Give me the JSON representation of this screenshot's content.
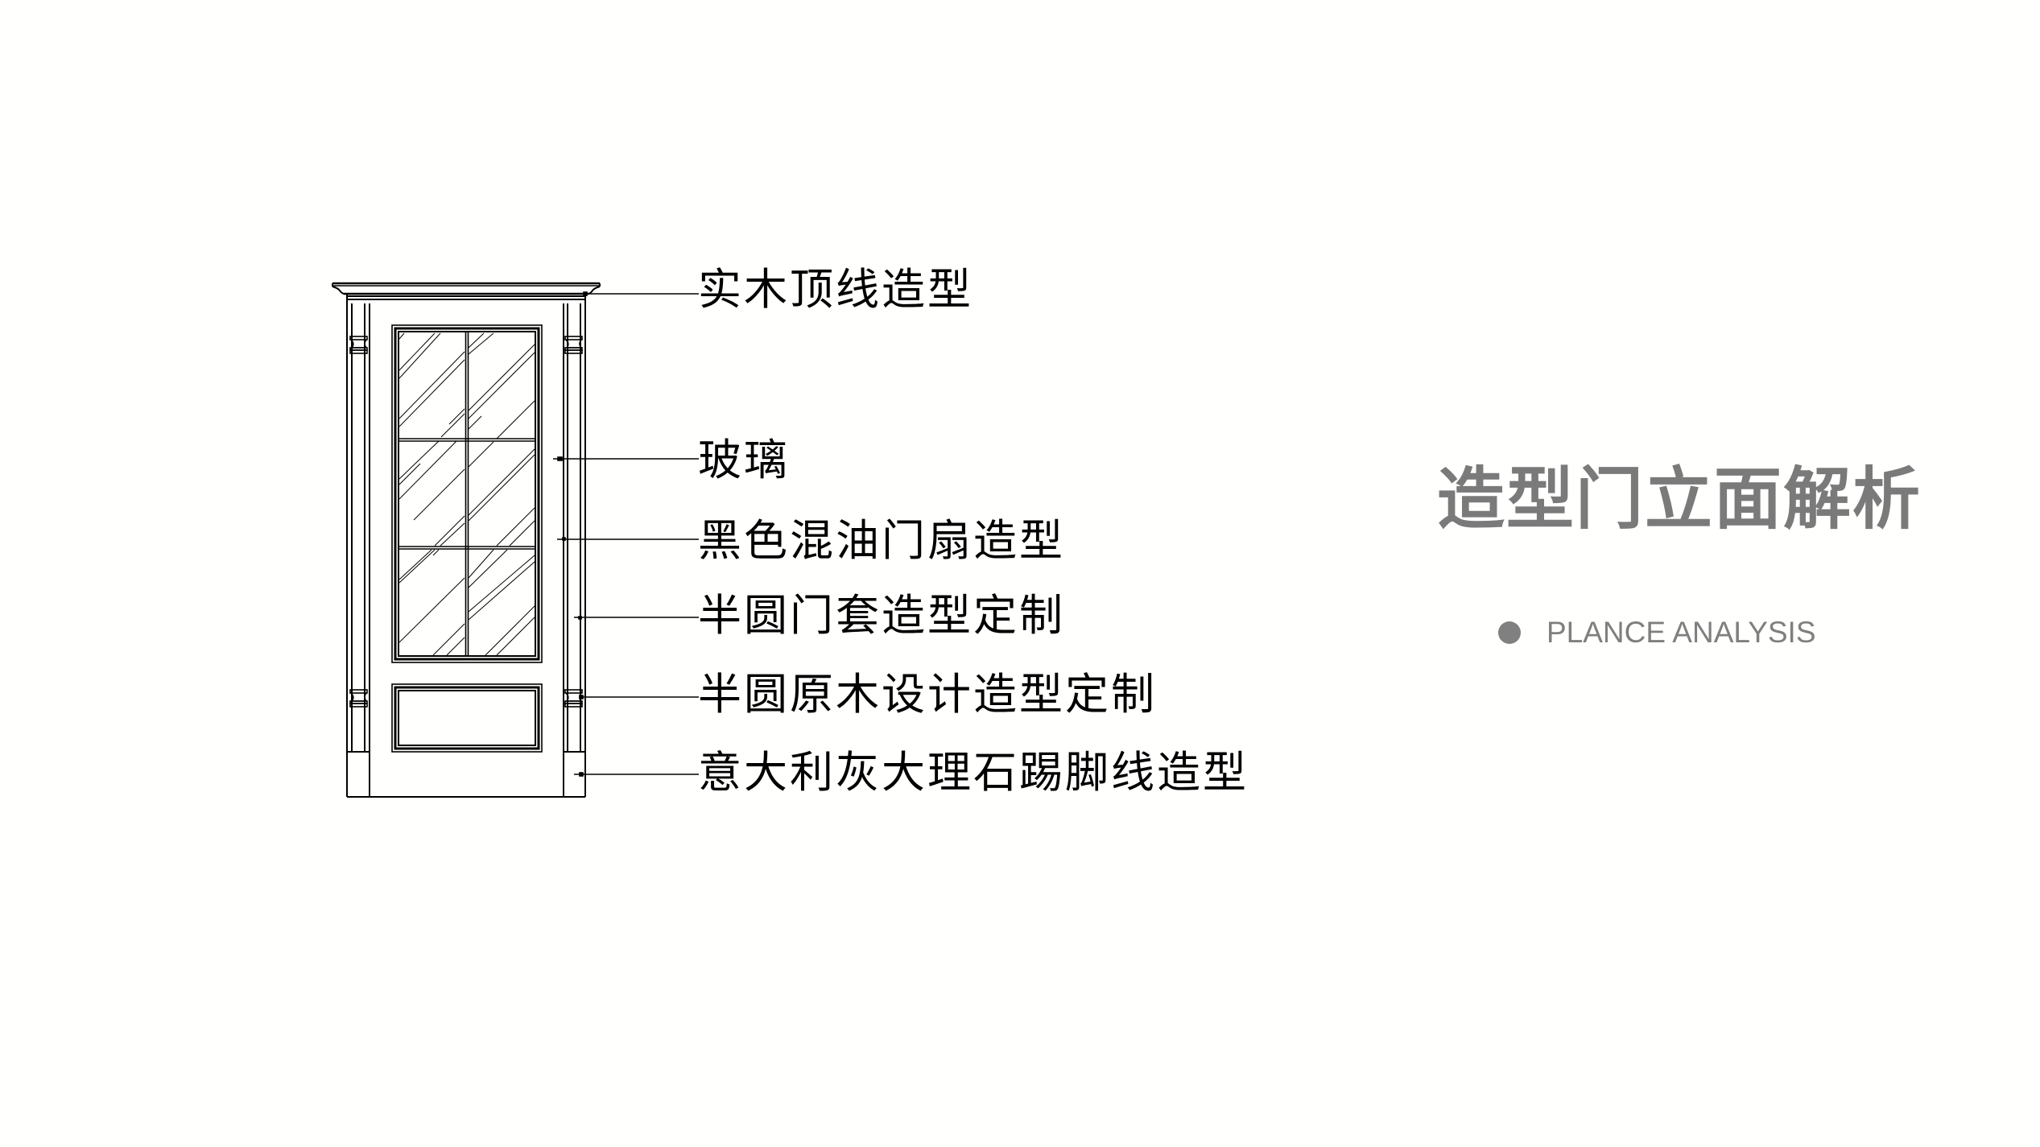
{
  "diagram": {
    "title": "造型门立面解析",
    "subtitle": "PLANCE ANALYSIS",
    "subtitle_bullet": "filled-circle",
    "colors": {
      "line": "#000000",
      "title": "#7a7a7a",
      "subtitle": "#7f7f7f",
      "background": "#ffffff"
    },
    "drawing": {
      "type": "door-elevation",
      "parts": [
        "crown-molding",
        "door-casing-pilasters",
        "glass-panel-6-lites",
        "lower-raised-panel",
        "plinth-blocks"
      ]
    },
    "callouts": [
      {
        "id": "crown",
        "label": "实木顶线造型"
      },
      {
        "id": "glass",
        "label": "玻璃"
      },
      {
        "id": "door-leaf",
        "label": "黑色混油门扇造型"
      },
      {
        "id": "casing",
        "label": "半圆门套造型定制"
      },
      {
        "id": "capital",
        "label": "半圆原木设计造型定制"
      },
      {
        "id": "skirting",
        "label": "意大利灰大理石踢脚线造型"
      }
    ]
  }
}
